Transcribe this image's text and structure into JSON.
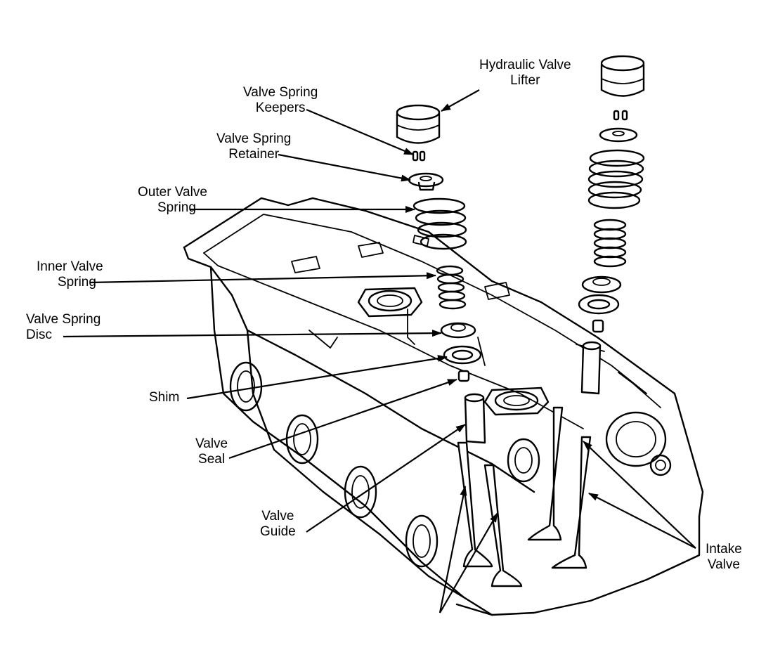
{
  "labels": {
    "hydraulic_lifter": [
      "Hydraulic Valve",
      "Lifter"
    ],
    "spring_keepers": [
      "Valve Spring",
      "Keepers"
    ],
    "spring_retainer": [
      "Valve Spring",
      "Retainer"
    ],
    "outer_spring": [
      "Outer Valve",
      "Spring"
    ],
    "inner_spring": [
      "Inner Valve",
      "Spring"
    ],
    "spring_disc": [
      "Valve Spring",
      "Disc"
    ],
    "shim": "Shim",
    "valve_seal": [
      "Valve",
      "Seal"
    ],
    "valve_guide": [
      "Valve",
      "Guide"
    ],
    "intake_valve": [
      "Intake",
      "Valve"
    ]
  },
  "colors": {
    "ink": "#000000",
    "paper": "#ffffff"
  }
}
